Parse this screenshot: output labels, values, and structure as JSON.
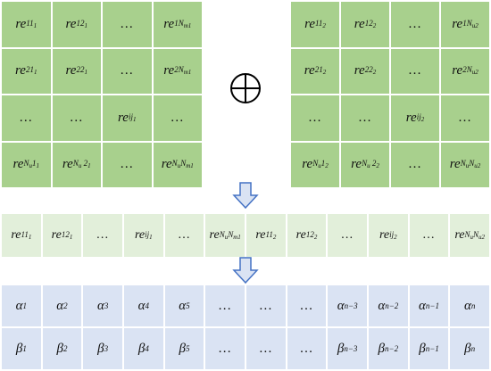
{
  "operator": "⊕",
  "matrix_left": [
    [
      {
        "b": "re",
        "s": "11",
        "l": "1"
      },
      {
        "b": "re",
        "s": "12",
        "l": "1"
      },
      {
        "e": "…"
      },
      {
        "b": "re",
        "s": "1N",
        "m": "m",
        "l": "1"
      }
    ],
    [
      {
        "b": "re",
        "s": "21",
        "l": "1"
      },
      {
        "b": "re",
        "s": "22",
        "l": "1"
      },
      {
        "e": "…"
      },
      {
        "b": "re",
        "s": "2N",
        "m": "m",
        "l": "1"
      }
    ],
    [
      {
        "e": "…"
      },
      {
        "e": "…"
      },
      {
        "b": "re",
        "s": "ij",
        "l": "1"
      },
      {
        "e": "…"
      }
    ],
    [
      {
        "b": "re",
        "s": "N",
        "m": "u",
        "s2": "1",
        "l": "1"
      },
      {
        "b": "re",
        "s": "N",
        "m": "u",
        "s2": " 2",
        "l": "1"
      },
      {
        "e": "…"
      },
      {
        "b": "re",
        "s": "N",
        "m": "u",
        "s2": "N",
        "m2": "m",
        "l": "1"
      }
    ]
  ],
  "matrix_right": [
    [
      {
        "b": "re",
        "s": "11",
        "l": "2"
      },
      {
        "b": "re",
        "s": "12",
        "l": "2"
      },
      {
        "e": "…"
      },
      {
        "b": "re",
        "s": "1N",
        "m": "u",
        "l": "2"
      }
    ],
    [
      {
        "b": "re",
        "s": "21",
        "l": "2"
      },
      {
        "b": "re",
        "s": "22",
        "l": "2"
      },
      {
        "e": "…"
      },
      {
        "b": "re",
        "s": "2N",
        "m": "u",
        "l": "2"
      }
    ],
    [
      {
        "e": "…"
      },
      {
        "e": "…"
      },
      {
        "b": "re",
        "s": "ij",
        "l": "2"
      },
      {
        "e": "…"
      }
    ],
    [
      {
        "b": "re",
        "s": "N",
        "m": "u",
        "s2": "1",
        "l": "2"
      },
      {
        "b": "re",
        "s": "N",
        "m": "u",
        "s2": " 2",
        "l": "2"
      },
      {
        "e": "…"
      },
      {
        "b": "re",
        "s": "N",
        "m": "u",
        "s2": "N",
        "m2": "u",
        "l": "2"
      }
    ]
  ],
  "flat_row": [
    {
      "b": "re",
      "s": "11",
      "l": "1"
    },
    {
      "b": "re",
      "s": "12",
      "l": "1"
    },
    {
      "e": "…"
    },
    {
      "b": "re",
      "s": "ij",
      "l": "1"
    },
    {
      "e": "…"
    },
    {
      "b": "re",
      "s": "N",
      "m": "u",
      "s2": "N",
      "m2": "m",
      "l": "1"
    },
    {
      "b": "re",
      "s": "11",
      "l": "2"
    },
    {
      "b": "re",
      "s": "12",
      "l": "2"
    },
    {
      "e": "…"
    },
    {
      "b": "re",
      "s": "ij",
      "l": "2"
    },
    {
      "e": "…"
    },
    {
      "b": "re",
      "s": "N",
      "m": "u",
      "s2": "N",
      "m2": "u",
      "l": "2"
    }
  ],
  "coef_table": {
    "alpha_row": [
      {
        "b": "α",
        "s": "1"
      },
      {
        "b": "α",
        "s": "2"
      },
      {
        "b": "α",
        "s": "3"
      },
      {
        "b": "α",
        "s": "4"
      },
      {
        "b": "α",
        "s": "5"
      },
      {
        "e": "…"
      },
      {
        "e": "…"
      },
      {
        "e": "…"
      },
      {
        "b": "α",
        "s": "n−3"
      },
      {
        "b": "α",
        "s": "n−2"
      },
      {
        "b": "α",
        "s": "n−1"
      },
      {
        "b": "α",
        "s": "n"
      }
    ],
    "beta_row": [
      {
        "b": "β",
        "s": "1"
      },
      {
        "b": "β",
        "s": "2"
      },
      {
        "b": "β",
        "s": "3"
      },
      {
        "b": "β",
        "s": "4"
      },
      {
        "b": "β",
        "s": "5"
      },
      {
        "e": "…"
      },
      {
        "e": "…"
      },
      {
        "e": "…"
      },
      {
        "b": "β",
        "s": "n−3"
      },
      {
        "b": "β",
        "s": "n−2"
      },
      {
        "b": "β",
        "s": "n−1"
      },
      {
        "b": "β",
        "s": "n"
      }
    ]
  },
  "colors": {
    "matrix_cell": "#a8d08d",
    "flat_cell": "#e2efda",
    "coef_cell": "#dae3f3",
    "arrow_fill": "#dae3f3",
    "arrow_stroke": "#4472c4"
  }
}
